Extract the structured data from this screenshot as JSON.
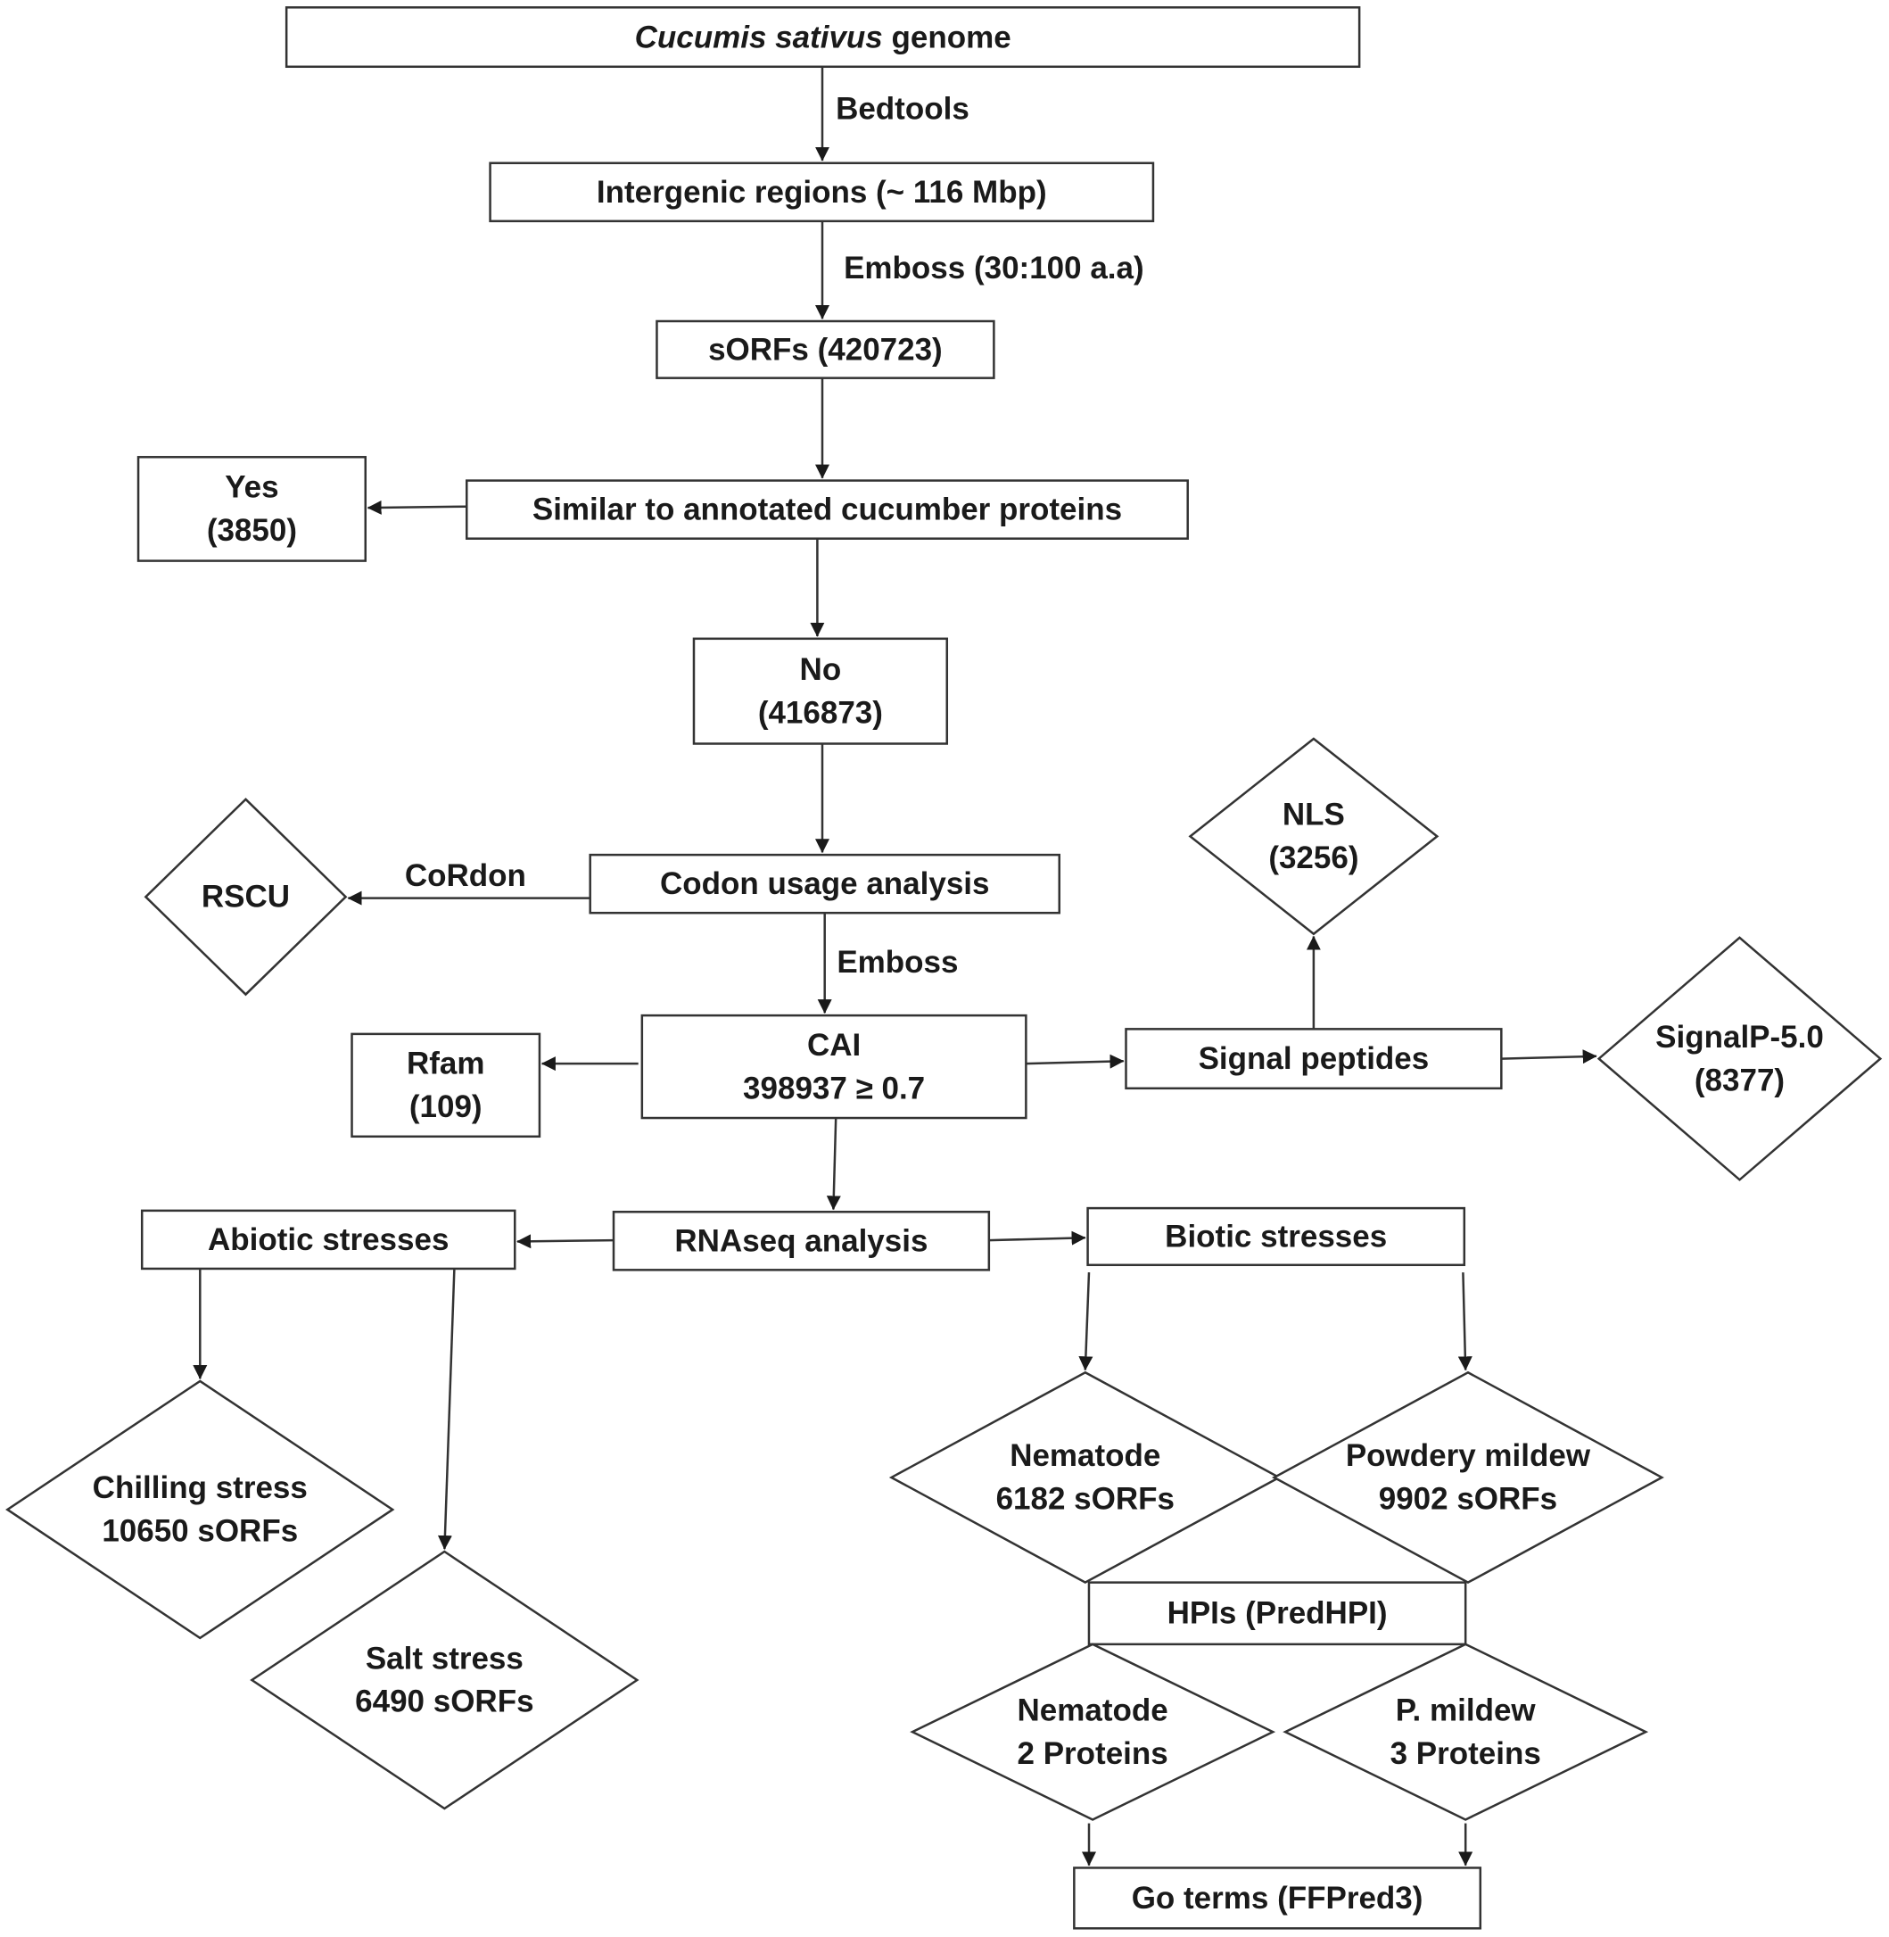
{
  "nodes": {
    "genome": {
      "lines": [
        [
          "Cucumis sativus",
          " genome"
        ]
      ]
    },
    "intergenic": {
      "lines": [
        "Intergenic regions (~ 116 Mbp)"
      ]
    },
    "sorfs": {
      "lines": [
        "sORFs (420723)"
      ]
    },
    "similar": {
      "lines": [
        "Similar to annotated cucumber proteins"
      ]
    },
    "yes": {
      "lines": [
        "Yes",
        "(3850)"
      ]
    },
    "no": {
      "lines": [
        "No",
        "(416873)"
      ]
    },
    "codon": {
      "lines": [
        "Codon usage analysis"
      ]
    },
    "rscu": {
      "lines": [
        "RSCU"
      ]
    },
    "nls": {
      "lines": [
        "NLS",
        "(3256)"
      ]
    },
    "cai": {
      "lines": [
        "CAI",
        "398937 ≥ 0.7"
      ]
    },
    "rfam": {
      "lines": [
        "Rfam",
        "(109)"
      ]
    },
    "signal": {
      "lines": [
        "Signal peptides"
      ]
    },
    "signalp": {
      "lines": [
        "SignalP-5.0",
        "(8377)"
      ]
    },
    "rnaseq": {
      "lines": [
        "RNAseq analysis"
      ]
    },
    "abiotic": {
      "lines": [
        "Abiotic stresses"
      ]
    },
    "biotic": {
      "lines": [
        "Biotic stresses"
      ]
    },
    "chilling": {
      "lines": [
        "Chilling stress",
        "10650 sORFs"
      ]
    },
    "salt": {
      "lines": [
        "Salt stress",
        "6490 sORFs"
      ]
    },
    "nematode": {
      "lines": [
        "Nematode",
        "6182 sORFs"
      ]
    },
    "powdery": {
      "lines": [
        "Powdery mildew",
        "9902 sORFs"
      ]
    },
    "hpis": {
      "lines": [
        "HPIs (PredHPI)"
      ]
    },
    "nematode_prot": {
      "lines": [
        "Nematode",
        "2 Proteins"
      ]
    },
    "pmildew_prot": {
      "lines": [
        "P. mildew",
        "3 Proteins"
      ]
    },
    "goterms": {
      "lines": [
        "Go terms (FFPred3)"
      ]
    }
  },
  "edge_labels": {
    "bedtools": "Bedtools",
    "emboss_range": "Emboss  (30:100 a.a)",
    "cordon": "CoRdon",
    "emboss": "Emboss"
  }
}
